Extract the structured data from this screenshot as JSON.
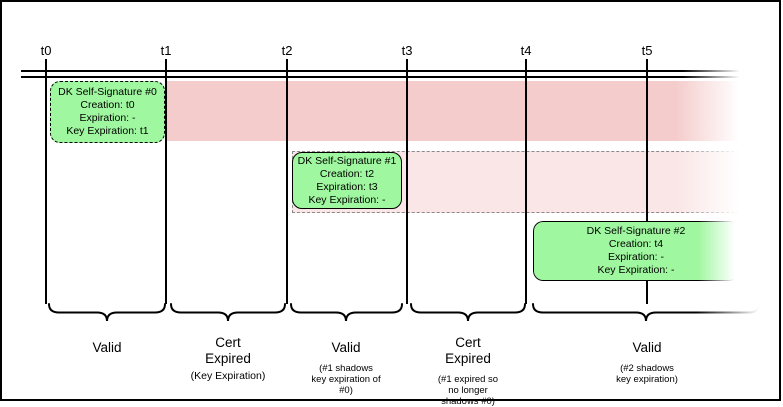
{
  "ticks": [
    "t0",
    "t1",
    "t2",
    "t3",
    "t4",
    "t5"
  ],
  "signatures": [
    {
      "title": "DK Self-Signature #0",
      "creation": "Creation: t0",
      "expiration": "Expiration: -",
      "key_expiration": "Key Expiration: t1"
    },
    {
      "title": "DK Self-Signature #1",
      "creation": "Creation: t2",
      "expiration": "Expiration: t3",
      "key_expiration": "Key Expiration: -"
    },
    {
      "title": "DK Self-Signature #2",
      "creation": "Creation: t4",
      "expiration": "Expiration: -",
      "key_expiration": "Key Expiration: -"
    }
  ],
  "periods": [
    {
      "label": "Valid",
      "note": ""
    },
    {
      "label": "Cert\nExpired",
      "note": "(Key Expiration)"
    },
    {
      "label": "Valid",
      "note": "(#1 shadows\nkey expiration of\n#0)"
    },
    {
      "label": "Cert\nExpired",
      "note": "(#1 expired so\nno longer\nshadows #0)"
    },
    {
      "label": "Valid",
      "note": "(#2 shadows\nkey expiration)"
    }
  ],
  "colors": {
    "band_expired": "#F5CCCC",
    "band_shadow": "#FAE6E6",
    "signature_green": "#9FF79F",
    "line": "#000000"
  }
}
